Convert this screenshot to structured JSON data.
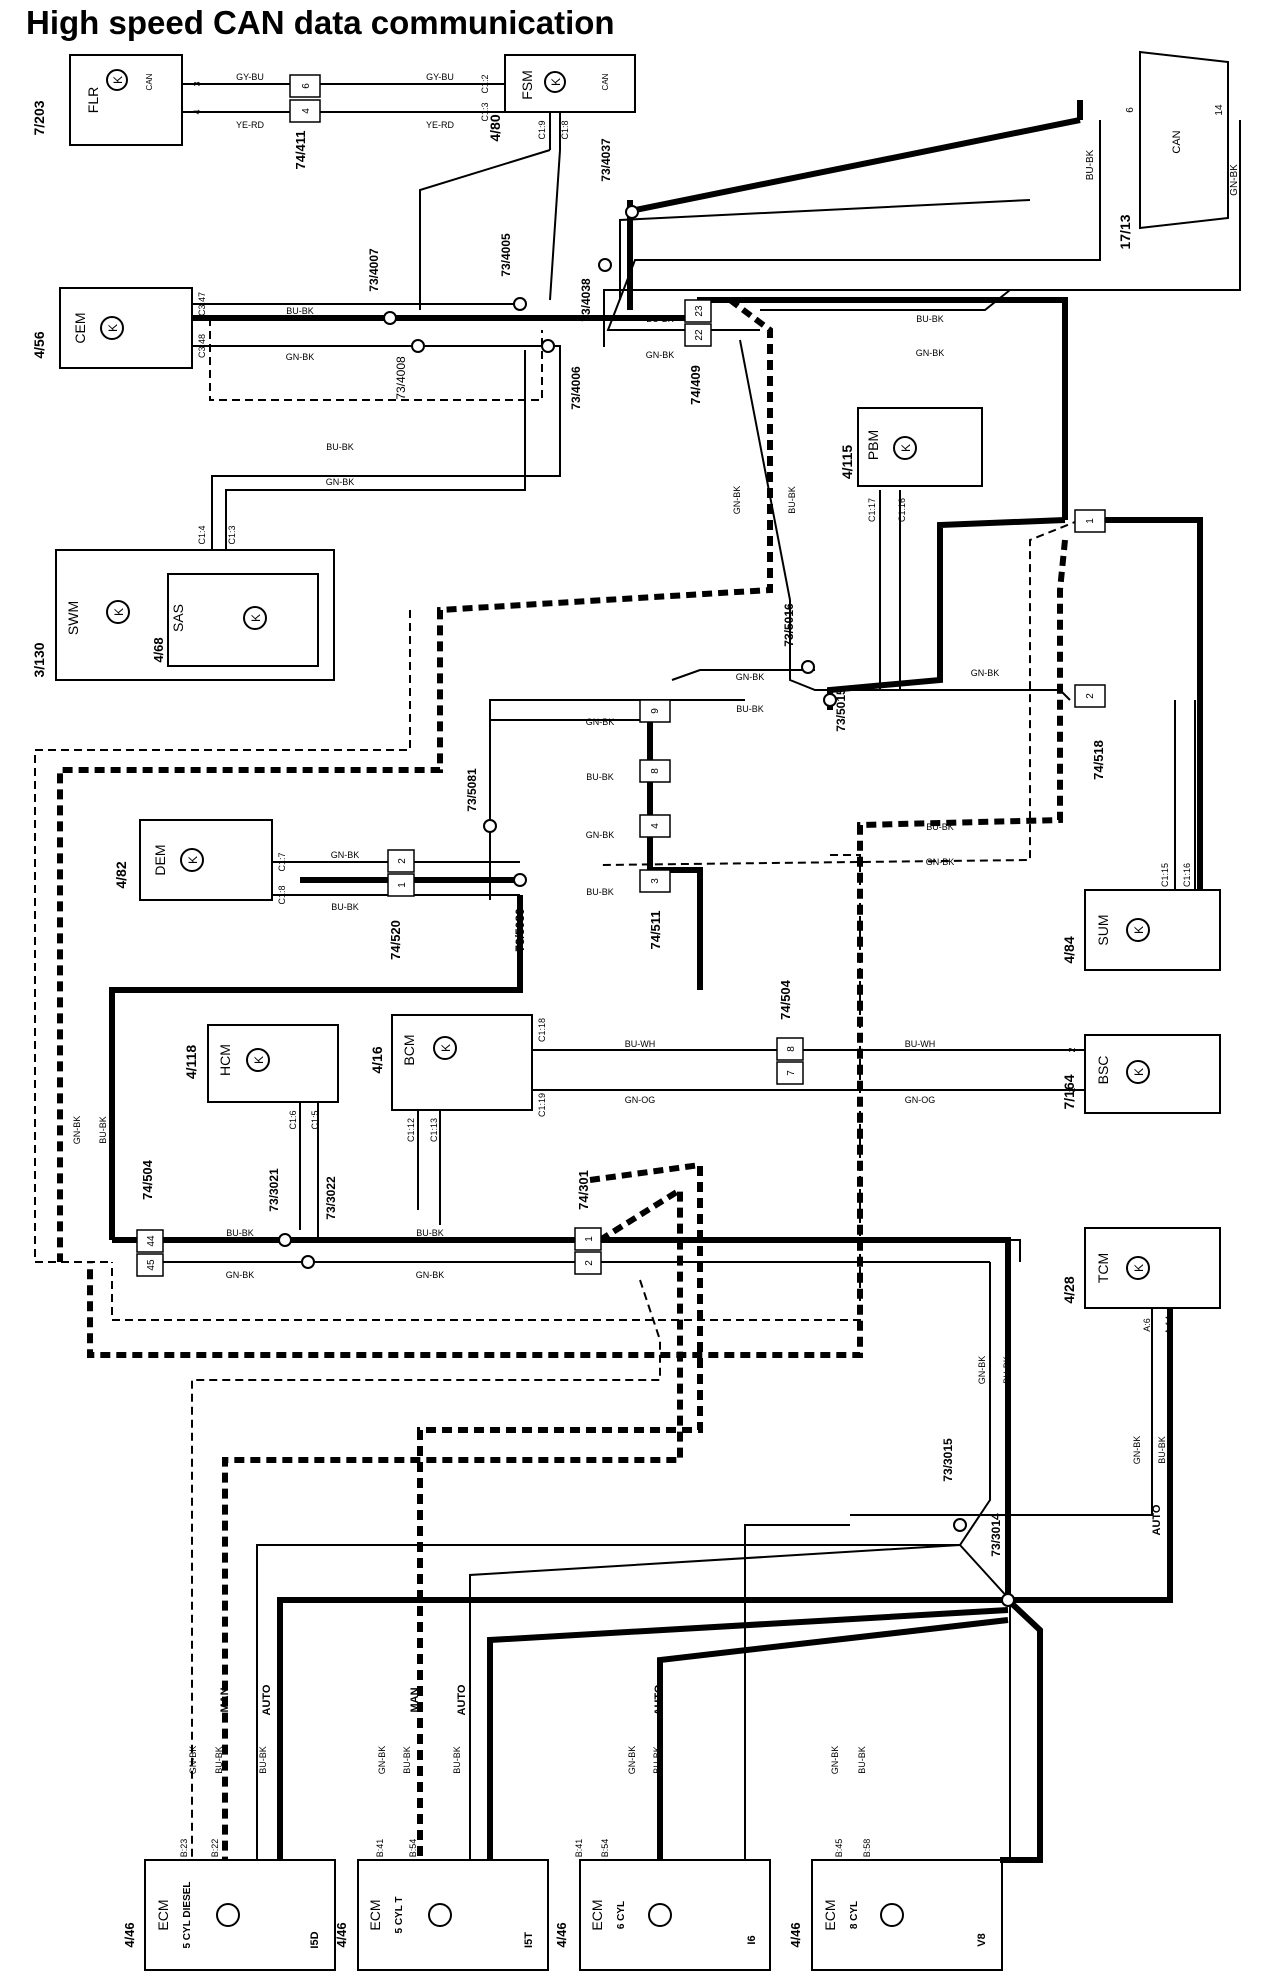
{
  "title": "High speed CAN data communication",
  "modules": [
    {
      "name": "FLR",
      "ref": "7/203"
    },
    {
      "name": "FSM",
      "ref": "4/80"
    },
    {
      "name": "CEM",
      "ref": "4/56"
    },
    {
      "name": "SWM",
      "ref": "3/130"
    },
    {
      "name": "SAS",
      "ref": "4/68"
    },
    {
      "name": "PBM",
      "ref": "4/115"
    },
    {
      "name": "DEM",
      "ref": "4/82"
    },
    {
      "name": "SUM",
      "ref": "4/84"
    },
    {
      "name": "HCM",
      "ref": "4/118"
    },
    {
      "name": "BCM",
      "ref": "4/16"
    },
    {
      "name": "BSC",
      "ref": "7/164"
    },
    {
      "name": "TCM",
      "ref": "4/28"
    }
  ],
  "ecms": [
    {
      "name": "ECM",
      "variant": "5 CYL DIESEL",
      "code": "I5D",
      "ref": "4/46"
    },
    {
      "name": "ECM",
      "variant": "5 CYL T",
      "code": "I5T",
      "ref": "4/46"
    },
    {
      "name": "ECM",
      "variant": "6 CYL",
      "code": "I6",
      "ref": "4/46"
    },
    {
      "name": "ECM",
      "variant": "8 CYL",
      "code": "V8",
      "ref": "4/46"
    }
  ],
  "dlc": {
    "ref": "17/13",
    "pin_a": "6",
    "pin_b": "14",
    "wire_a": "BU-BK",
    "wire_b": "GN-BK",
    "label": "CAN"
  },
  "can_label": "CAN",
  "k_symbol": "K",
  "splices": [
    "73/4007",
    "73/4005",
    "73/4037",
    "73/4038",
    "73/4008",
    "73/4006",
    "73/5016",
    "73/5015",
    "73/5081",
    "73/5080",
    "73/3021",
    "73/3022",
    "73/3015",
    "73/3014"
  ],
  "connectors": [
    "74/411",
    "74/409",
    "74/518",
    "74/520",
    "74/511",
    "74/504",
    "74/504",
    "74/301"
  ],
  "pins": {
    "flr": [
      "3",
      "4"
    ],
    "c74_411": [
      "6",
      "4"
    ],
    "fsm": [
      "C1:2",
      "C1:3",
      "C1:9",
      "C1:8"
    ],
    "cem": [
      "C3:47",
      "C3:48"
    ],
    "swm": [
      "C1:4",
      "C1:3"
    ],
    "pbm": [
      "C1:17",
      "C1:16"
    ],
    "c74_409": [
      "23",
      "22"
    ],
    "c74_518": [
      "1",
      "2"
    ],
    "dem": [
      "C1:7",
      "C1:8"
    ],
    "c74_520": [
      "2",
      "1"
    ],
    "c74_511": [
      "9",
      "8",
      "4",
      "3"
    ],
    "sum": [
      "C1:15",
      "C1:16"
    ],
    "hcm": [
      "C1:6",
      "C1:5"
    ],
    "bcm": [
      "C1:12",
      "C1:13",
      "C1:18",
      "C1:19"
    ],
    "c74_504_bsc": [
      "8",
      "7"
    ],
    "bsc": [
      "2",
      "1"
    ],
    "c74_504": [
      "44",
      "45"
    ],
    "c74_301": [
      "1",
      "2"
    ],
    "tcm": [
      "A:6",
      "A:14"
    ],
    "ecm1": [
      "B:23",
      "B:22"
    ],
    "ecm2": [
      "B:41",
      "B:54"
    ],
    "ecm3": [
      "B:41",
      "B:54"
    ],
    "ecm4": [
      "B:45",
      "B:58"
    ]
  },
  "wire_labels": {
    "gy_bu": "GY-BU",
    "ye_rd": "YE-RD",
    "bu_bk": "BU-BK",
    "gn_bk": "GN-BK",
    "bu_wh": "BU-WH",
    "gn_og": "GN-OG",
    "man": "MAN",
    "auto": "AUTO"
  }
}
